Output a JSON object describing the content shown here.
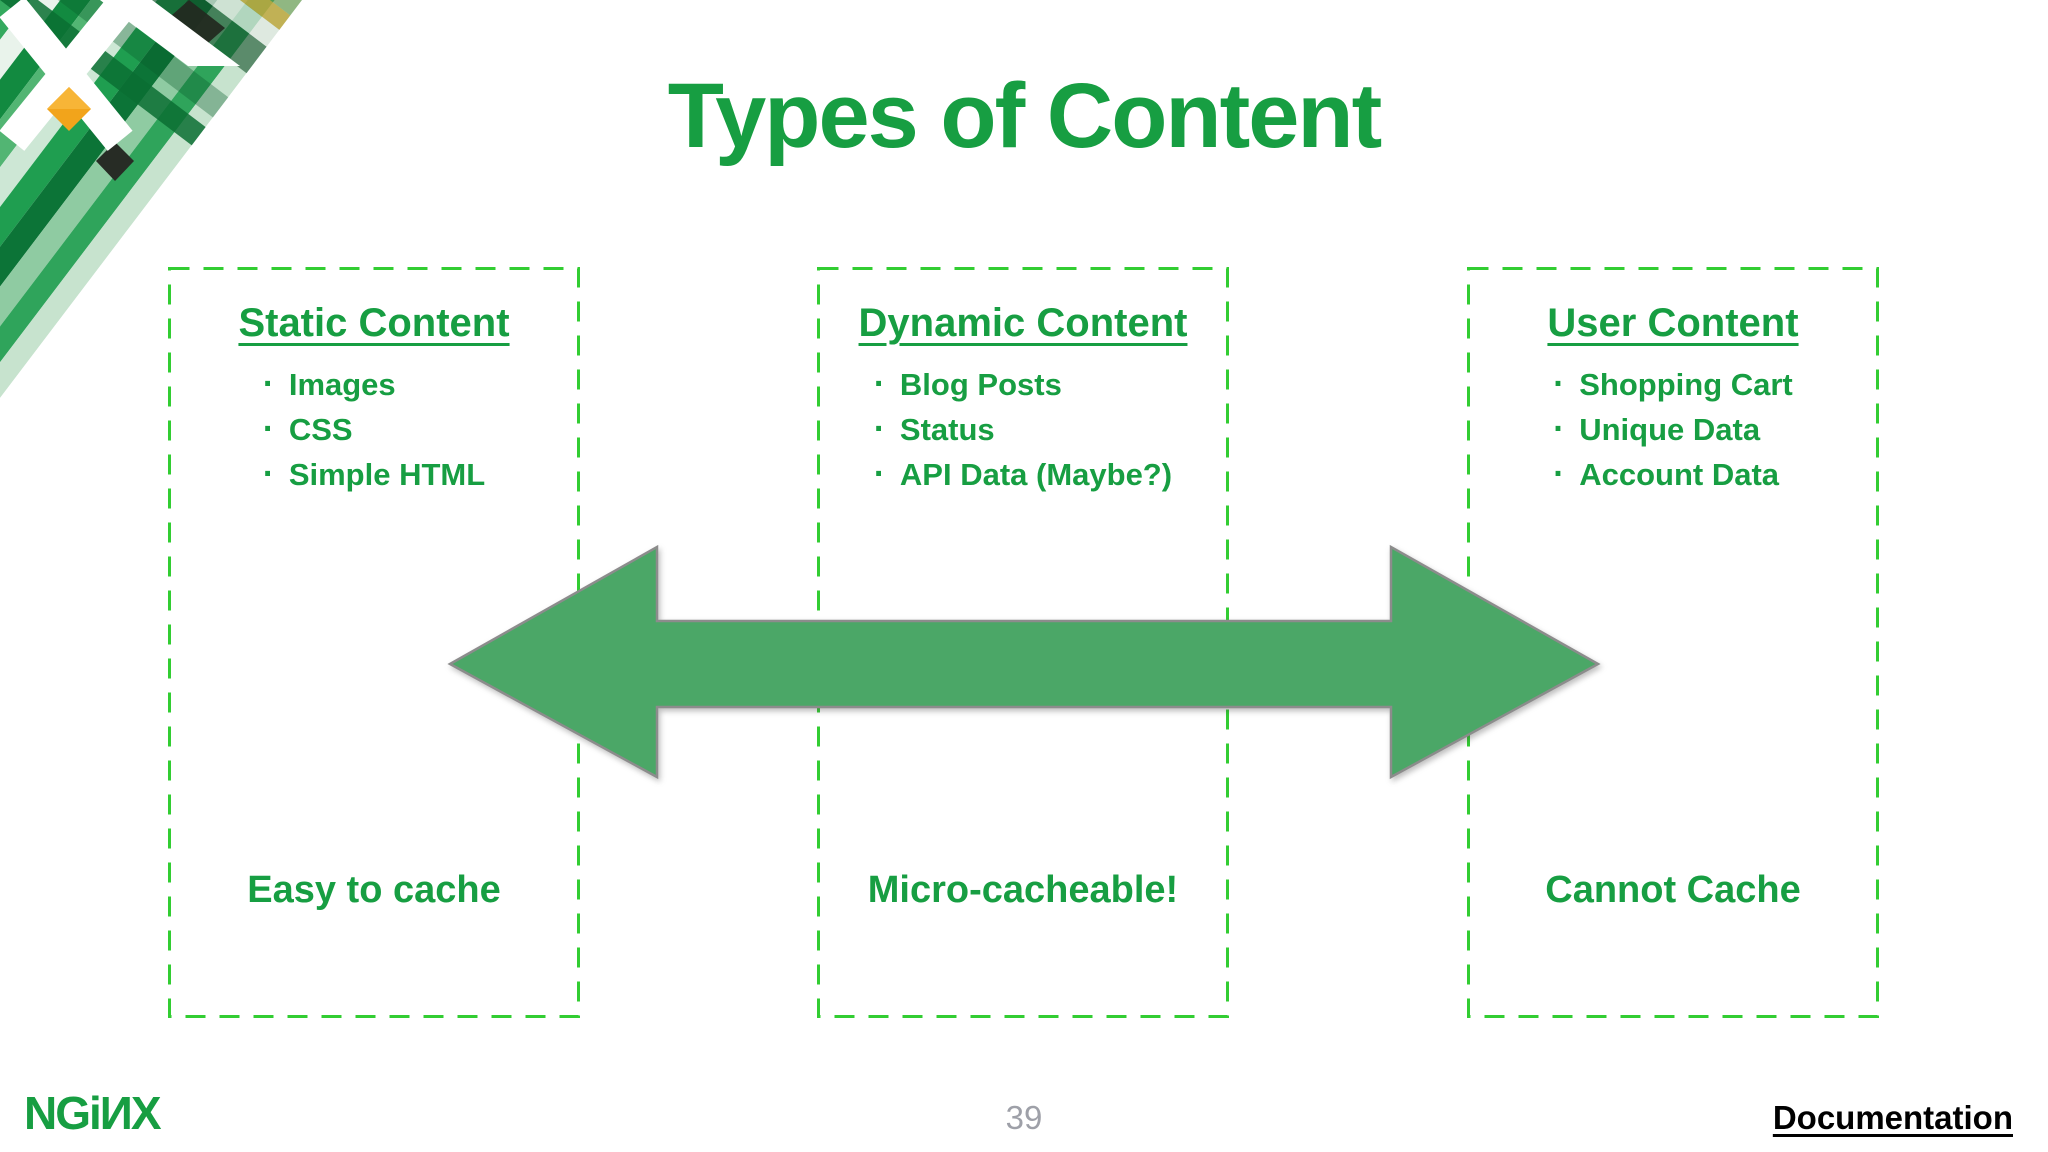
{
  "slide": {
    "title": "Types of Content",
    "bullet_char": "·",
    "columns": [
      {
        "heading": "Static Content",
        "bullets": [
          "Images",
          "CSS",
          "Simple HTML"
        ],
        "label": "Easy to cache"
      },
      {
        "heading": "Dynamic Content",
        "bullets": [
          "Blog Posts",
          "Status",
          "API Data (Maybe?)"
        ],
        "label": "Micro-cacheable!"
      },
      {
        "heading": "User Content",
        "bullets": [
          "Shopping Cart",
          "Unique Data",
          "Account Data"
        ],
        "label": "Cannot Cache"
      }
    ],
    "footer": {
      "logo_text": "NGiИX",
      "page_number": "39",
      "doc_link": "Documentation"
    }
  },
  "colors": {
    "text_green": "#179E42",
    "border_green": "#32CD32",
    "arrow_fill": "#4BA767",
    "arrow_stroke": "#8C8C8C",
    "page_number_gray": "#9EA0A8",
    "doc_black": "#000000",
    "accent_orange": "#F2A41B"
  }
}
